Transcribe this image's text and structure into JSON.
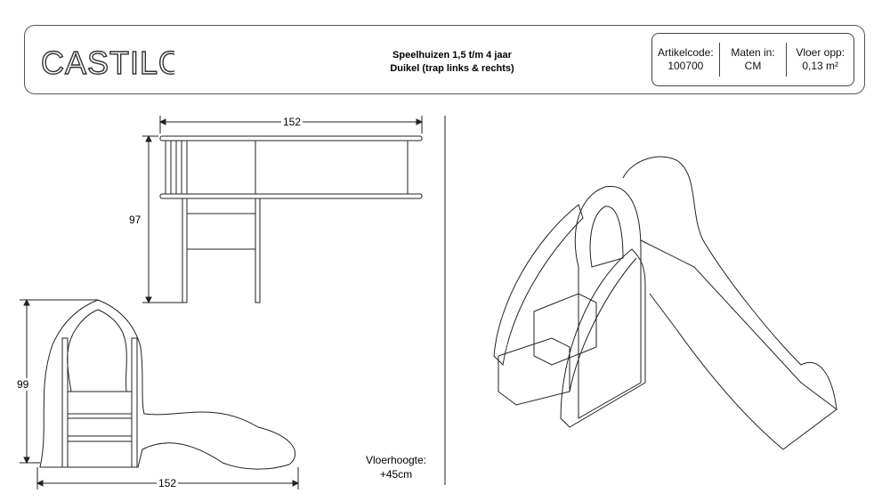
{
  "header": {
    "logo_text": "CASTILO",
    "title_line1": "Speelhuizen 1,5 t/m 4 jaar",
    "title_line2": "Duikel (trap links & rechts)",
    "info": [
      {
        "label": "Artikelcode:",
        "value": "100700"
      },
      {
        "label": "Maten in:",
        "value": "CM"
      },
      {
        "label": "Vloer opp:",
        "value": "0,13 m²"
      }
    ]
  },
  "top_view": {
    "width_label": "152",
    "depth_label": "97"
  },
  "side_view": {
    "height_label": "99",
    "width_label": "152"
  },
  "note": {
    "line1": "Vloerhoogte:",
    "line2": "+45cm"
  }
}
